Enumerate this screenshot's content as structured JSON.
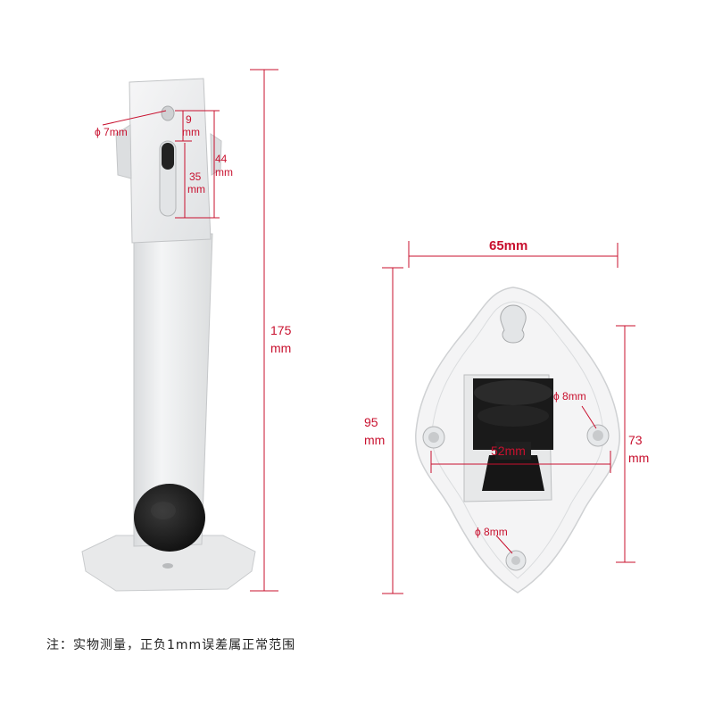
{
  "left_view": {
    "hole_diameter": "ϕ 7mm",
    "top_offset": "9",
    "top_offset_unit": "mm",
    "slot_length": "35",
    "slot_length_unit": "mm",
    "plate_height": "44",
    "plate_height_unit": "mm",
    "total_height": "175",
    "total_height_unit": "mm"
  },
  "right_view": {
    "width": "65mm",
    "height": "95",
    "height_unit": "mm",
    "side_hole": "ϕ 8mm",
    "bottom_hole": "ϕ 8mm",
    "hole_spacing": "52mm",
    "hole_vertical": "73",
    "hole_vertical_unit": "mm"
  },
  "note": "注：实物测量，正负1mm误差属正常范围"
}
